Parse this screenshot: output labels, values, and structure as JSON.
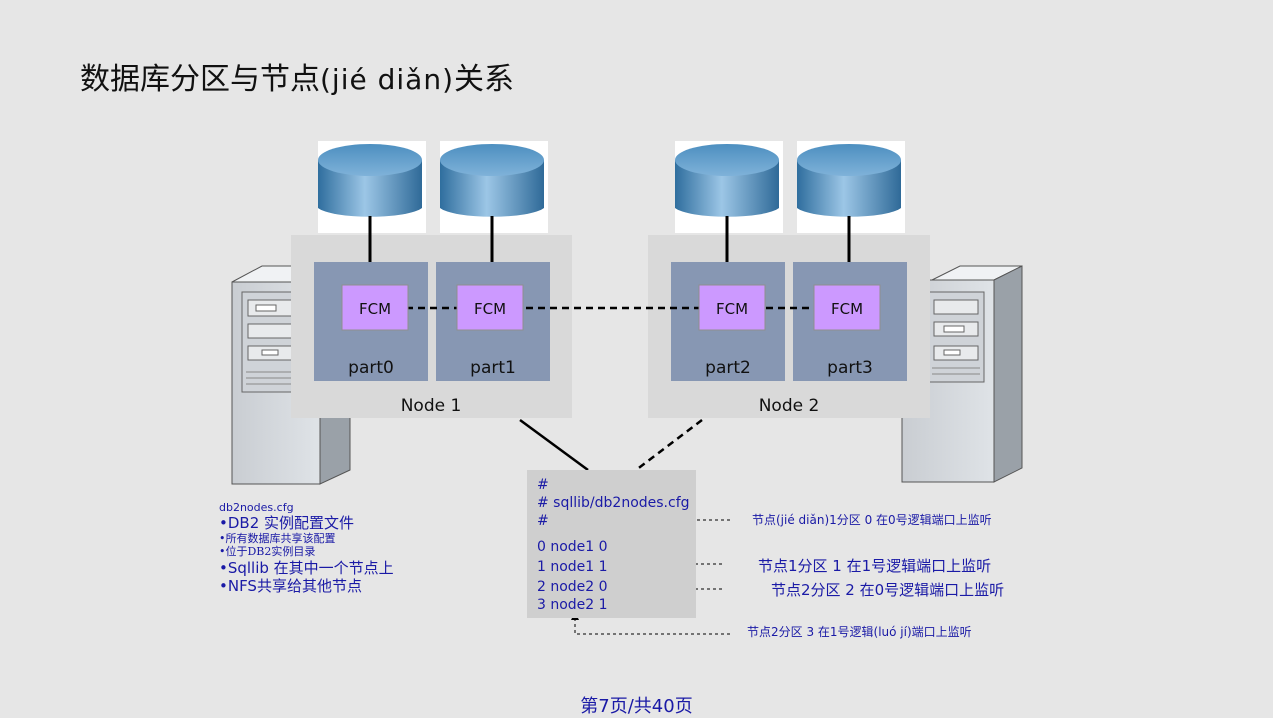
{
  "title": {
    "cn_prefix": "数据库分区与节点",
    "pinyin": "(jié diǎn)",
    "cn_suffix": "关系"
  },
  "nodes": [
    {
      "label": "Node 1",
      "partitions": [
        "part0",
        "part1"
      ]
    },
    {
      "label": "Node 2",
      "partitions": [
        "part2",
        "part3"
      ]
    }
  ],
  "fcm_label": "FCM",
  "left_notes": {
    "heading": "db2nodes.cfg",
    "items": [
      "•DB2 实例配置文件",
      "•所有数据库共享该配置",
      "•位于DB2实例目录",
      "•Sqllib 在其中一个节点上",
      "•NFS共享给其他节点"
    ]
  },
  "cfg_file": {
    "lines": [
      "#",
      "# sqllib/db2nodes.cfg",
      "#",
      "0 node1 0",
      "1 node1 1",
      "2 node2 0",
      "3 node2 1"
    ]
  },
  "annotations": [
    "节点(jié diǎn)1分区 0 在0号逻辑端口上监听",
    "节点1分区 1 在1号逻辑端口上监听",
    "节点2分区 2 在0号逻辑端口上监听",
    "节点2分区 3 在1号逻辑(luó jí)端口上监听"
  ],
  "footer": "第7页/共40页",
  "colors": {
    "node_box": "#d9d9d9",
    "partition": "#8797b3",
    "fcm": "#cc99ff",
    "cylinder": "#4f8fc2",
    "annotation_text": "#1a1aa6"
  }
}
